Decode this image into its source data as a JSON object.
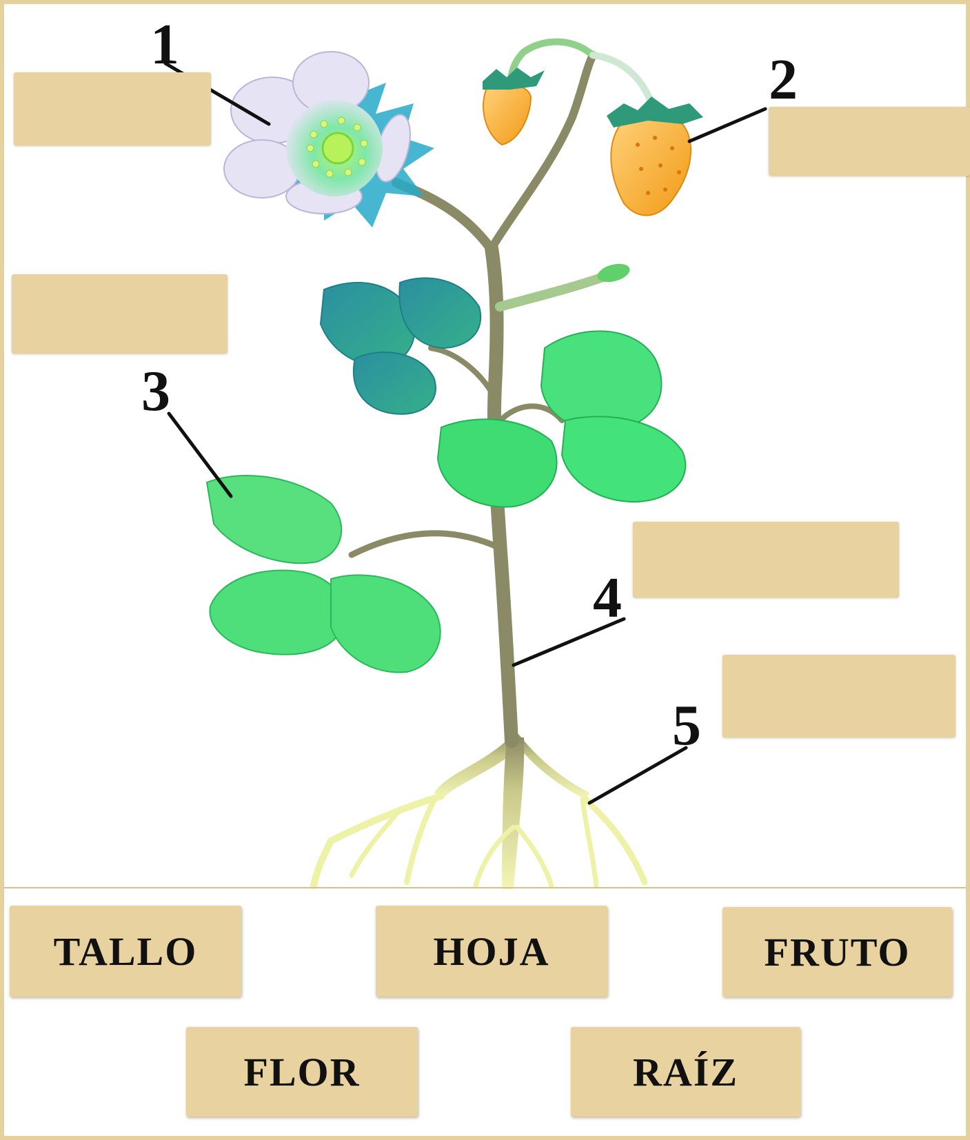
{
  "diagram": {
    "callout_numbers": [
      "1",
      "2",
      "3",
      "4",
      "5"
    ]
  },
  "word_bank": {
    "cards": [
      "TALLO",
      "HOJA",
      "FRUTO",
      "FLOR",
      "RAÍZ"
    ]
  },
  "colors": {
    "frame": "#e6d19c",
    "box_fill": "#e8d2a0",
    "stem": "#8a8a66",
    "leaf_green": "#44e27a",
    "leaf_teal": "#2f9c9a",
    "fruit": "#f6a623",
    "petal": "#e6e3f4",
    "root": "#eef2a6"
  }
}
